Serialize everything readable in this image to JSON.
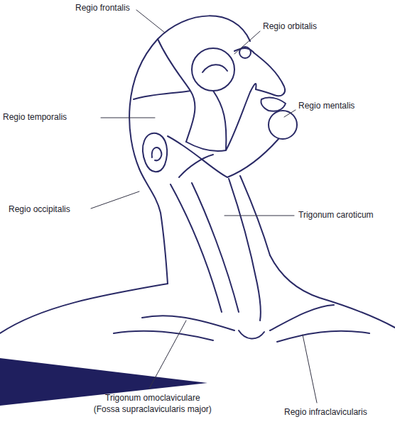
{
  "diagram": {
    "labels": [
      "Regio frontalis",
      "Regio orbitalis",
      "Regio temporalis",
      "Regio mentalis",
      "Regio occipitalis",
      "Trigonum caroticum",
      "Trigonum omoclaviculare",
      "(Fossa supraclavicularis major)",
      "Regio infraclavicularis"
    ]
  }
}
